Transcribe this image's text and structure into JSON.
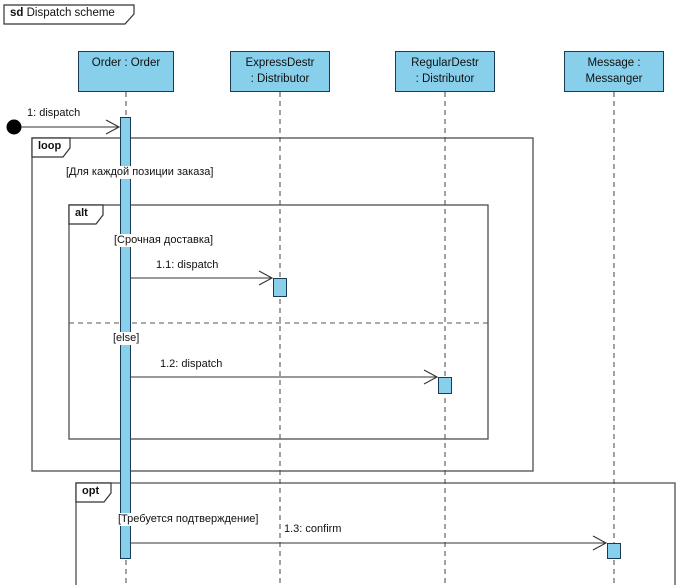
{
  "title": {
    "keyword": "sd",
    "name": " Dispatch scheme"
  },
  "colors": {
    "element_fill": "#87CFEA",
    "element_border": "#1A3B53",
    "frame_border": "#4D4D4D",
    "line": "#333333"
  },
  "lifelines": [
    {
      "id": "order",
      "lines": [
        "Order : Order",
        ""
      ]
    },
    {
      "id": "expressdestr",
      "lines": [
        "ExpressDestr",
        ": Distributor"
      ]
    },
    {
      "id": "regulardestr",
      "lines": [
        "RegularDestr",
        ": Distributor"
      ]
    },
    {
      "id": "message",
      "lines": [
        "Message :",
        "Messanger"
      ]
    }
  ],
  "messages": [
    {
      "id": "1",
      "label": "1: dispatch"
    },
    {
      "id": "1.1",
      "label": "1.1: dispatch"
    },
    {
      "id": "1.2",
      "label": "1.2: dispatch"
    },
    {
      "id": "1.3",
      "label": "1.3: confirm"
    }
  ],
  "fragments": {
    "loop": {
      "operator": "loop",
      "guard": "[Для каждой позиции заказа]"
    },
    "alt": {
      "operator": "alt",
      "guard": "[Срочная доставка]",
      "else_guard": "[else]"
    },
    "opt": {
      "operator": "opt",
      "guard": "[Требуется подтверждение]"
    }
  }
}
